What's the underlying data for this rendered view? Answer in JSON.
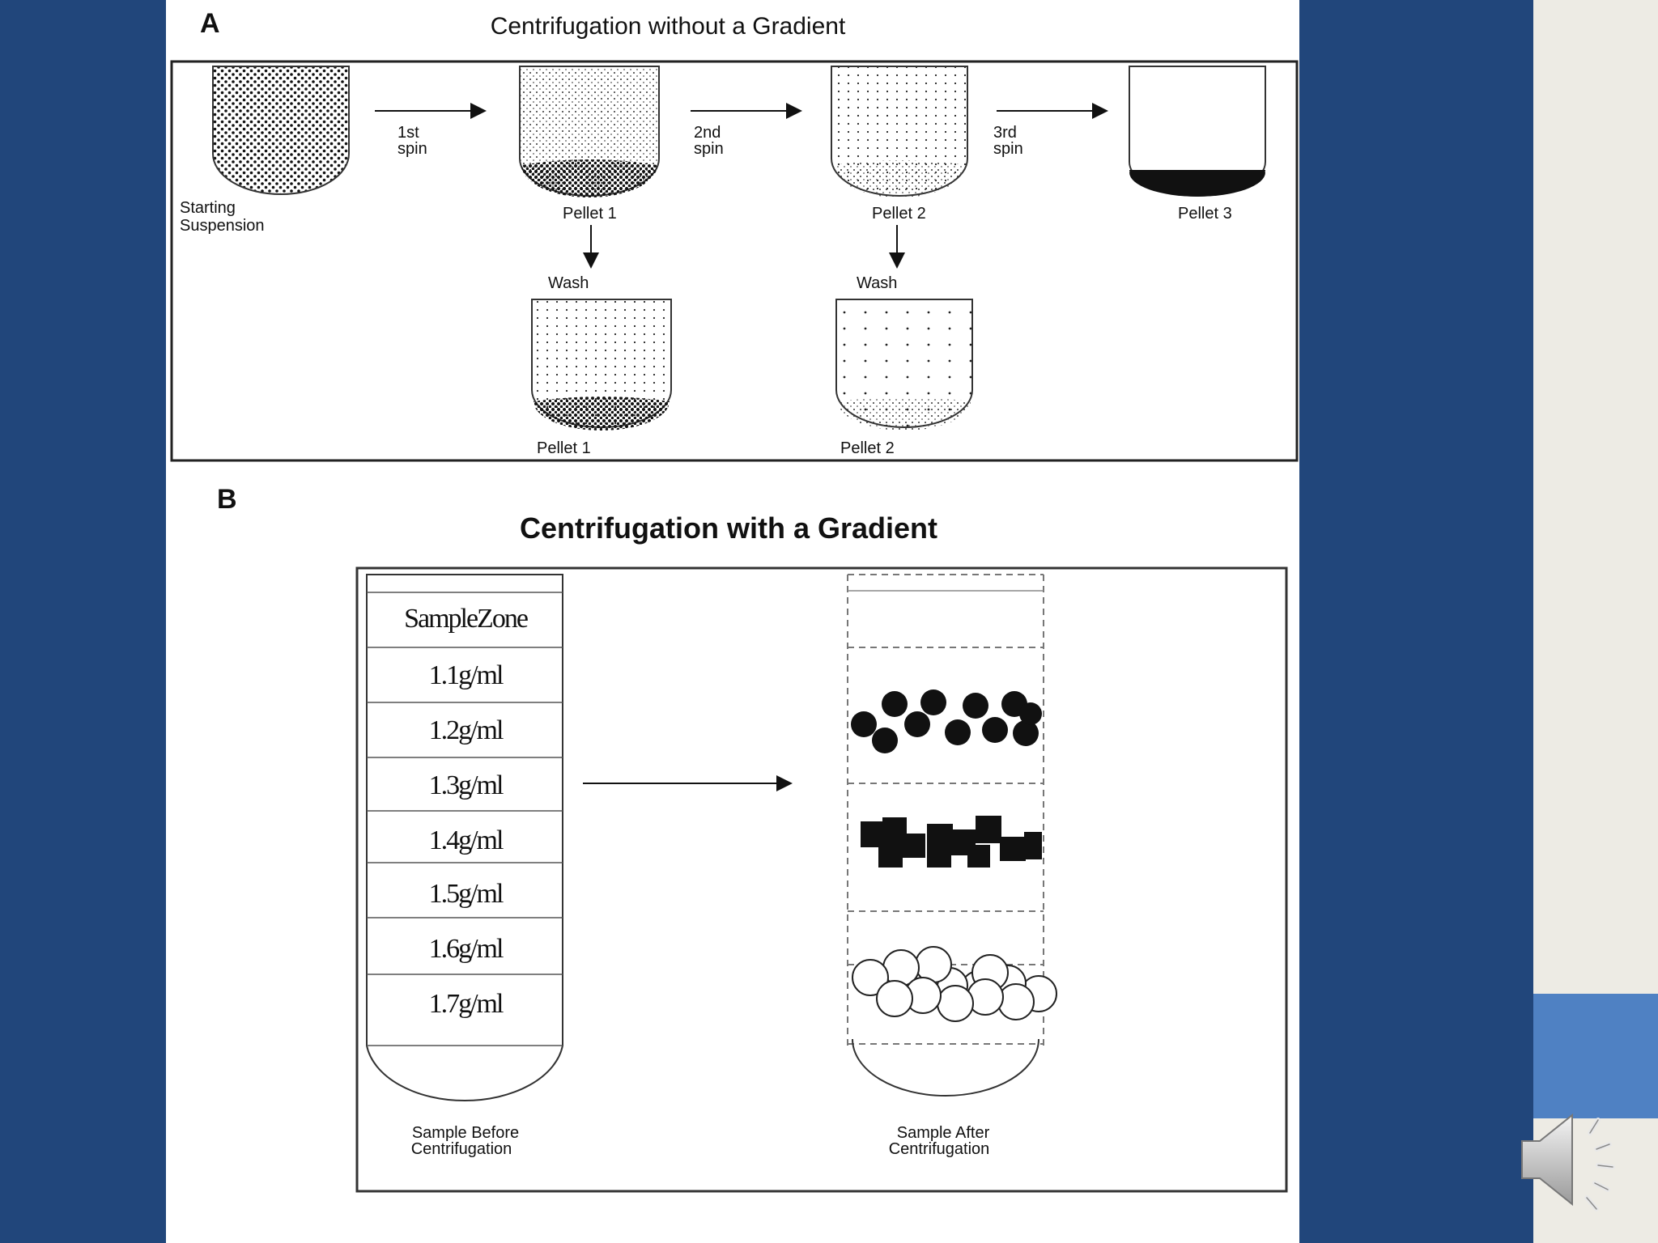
{
  "panel_a": {
    "letter": "A",
    "title": "Centrifugation without a Gradient",
    "starting_label_1": "Starting",
    "starting_label_2": "Suspension",
    "spins": [
      {
        "line1": "1st",
        "line2": "spin"
      },
      {
        "line1": "2nd",
        "line2": "spin"
      },
      {
        "line1": "3rd",
        "line2": "spin"
      }
    ],
    "pellets_top": [
      "Pellet 1",
      "Pellet 2",
      "Pellet 3"
    ],
    "wash_labels": [
      "Wash",
      "Wash"
    ],
    "pellets_bottom": [
      "Pellet 1",
      "Pellet 2"
    ]
  },
  "panel_b": {
    "letter": "B",
    "title": "Centrifugation with a Gradient",
    "zones": [
      "SampleZone",
      "1.1g/ml",
      "1.2g/ml",
      "1.3g/ml",
      "1.4g/ml",
      "1.5g/ml",
      "1.6g/ml",
      "1.7g/ml"
    ],
    "before_label_1": "Sample Before",
    "before_label_2": "Centrifugation",
    "after_label_1": "Sample After",
    "after_label_2": "Centrifugation"
  },
  "speaker": {
    "icon": "speaker-icon"
  },
  "colors": {
    "slide_background": "#21467b",
    "right_panel": "#edebe4",
    "accent_square": "#4f81c3"
  }
}
